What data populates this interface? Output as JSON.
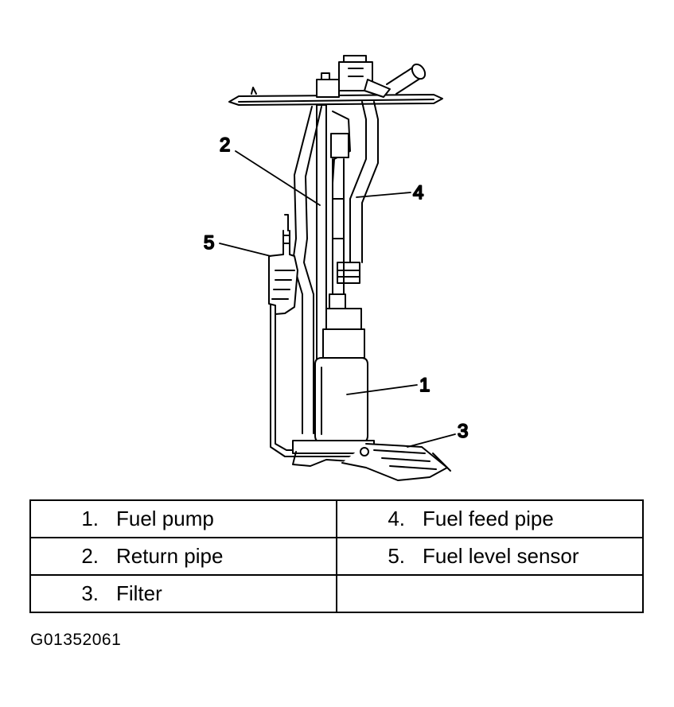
{
  "callouts": [
    "1",
    "2",
    "3",
    "4",
    "5"
  ],
  "legend": [
    [
      {
        "num": "1.",
        "label": "Fuel pump"
      },
      {
        "num": "4.",
        "label": "Fuel feed pipe"
      }
    ],
    [
      {
        "num": "2.",
        "label": "Return pipe"
      },
      {
        "num": "5.",
        "label": "Fuel level sensor"
      }
    ],
    [
      {
        "num": "3.",
        "label": "Filter"
      },
      {
        "num": "",
        "label": ""
      }
    ]
  ],
  "figure_id": "G01352061"
}
